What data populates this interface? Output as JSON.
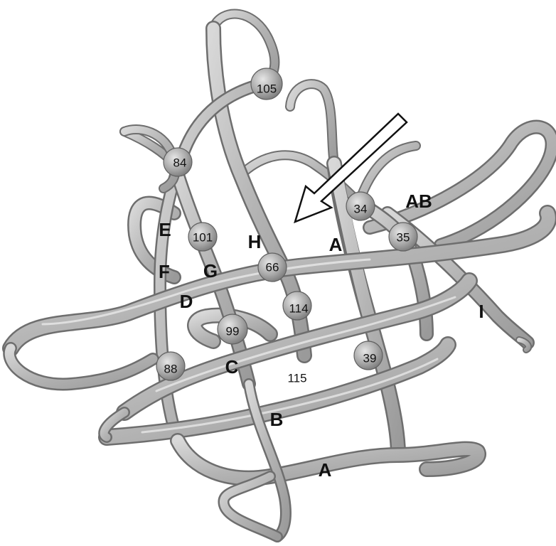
{
  "figure": {
    "strand_labels": {
      "a_top": "A",
      "a_bottom": "A",
      "ab": "AB",
      "b": "B",
      "c": "C",
      "d": "D",
      "e": "E",
      "f": "F",
      "g": "G",
      "h": "H",
      "i": "I"
    },
    "residues": {
      "r105": "105",
      "r84": "84",
      "r101": "101",
      "r66": "66",
      "r34": "34",
      "r35": "35",
      "r114": "114",
      "r99": "99",
      "r88": "88",
      "r39": "39",
      "r115": "115"
    },
    "arrow_icon": "hollow-arrow-icon",
    "colors": {
      "ribbon": "#bdbdbd",
      "ribbon_edge": "#6e6e6e",
      "sphere": "#a8a8a8",
      "text": "#111111"
    }
  }
}
